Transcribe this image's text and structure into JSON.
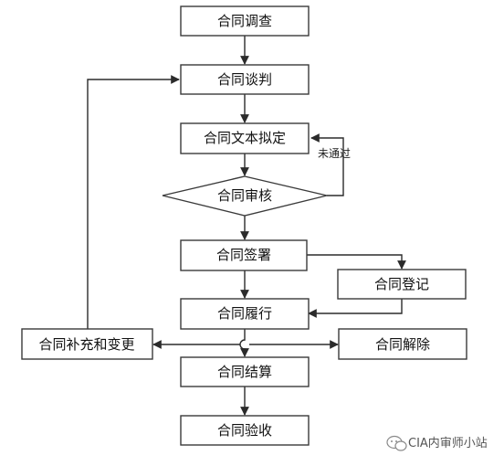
{
  "nodes": {
    "investigation": "合同调查",
    "negotiation": "合同谈判",
    "drafting": "合同文本拟定",
    "review": "合同审核",
    "signing": "合同签署",
    "registration": "合同登记",
    "performance": "合同履行",
    "supplement": "合同补充和变更",
    "termination": "合同解除",
    "settlement": "合同结算",
    "acceptance": "合同验收"
  },
  "edges": {
    "review_rejected": "未通过"
  },
  "watermark": {
    "text": "CIA内审师小站",
    "icon": "wechat-icon"
  }
}
